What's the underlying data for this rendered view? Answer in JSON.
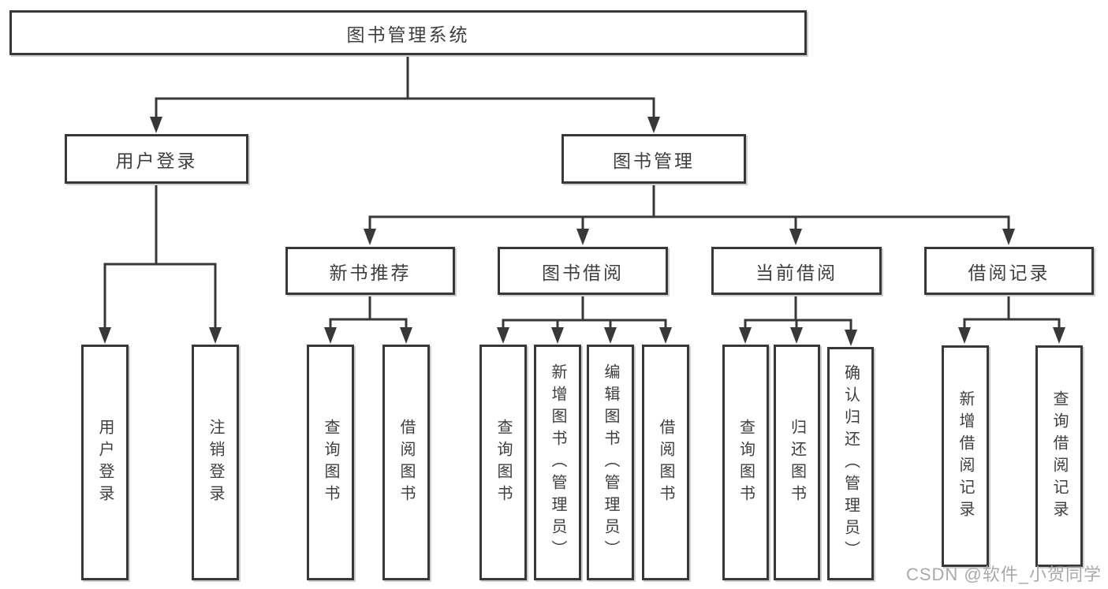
{
  "nodes": {
    "root": "图书管理系统",
    "user_login": "用户登录",
    "book_mgmt": "图书管理",
    "new_book_rec": "新书推荐",
    "book_borrow": "图书借阅",
    "current_borrow": "当前借阅",
    "borrow_records": "借阅记录",
    "leaves": {
      "login": "用户登录",
      "logout": "注销登录",
      "rec_query": "查询图书",
      "rec_borrow": "借阅图书",
      "bb_query": "查询图书",
      "bb_add": "新增图书（管理员）",
      "bb_edit": "编辑图书（管理员）",
      "bb_borrow": "借阅图书",
      "cb_query": "查询图书",
      "cb_return": "归还图书",
      "cb_confirm": "确认归还（管理员）",
      "br_add": "新增借阅记录",
      "br_query": "查询借阅记录"
    }
  },
  "watermark": {
    "text": "CSDN @软件_小贺同学",
    "color": "#a9a9a9"
  },
  "colors": {
    "line": "#383838",
    "text": "#3f3f3f",
    "background": "#ffffff"
  }
}
